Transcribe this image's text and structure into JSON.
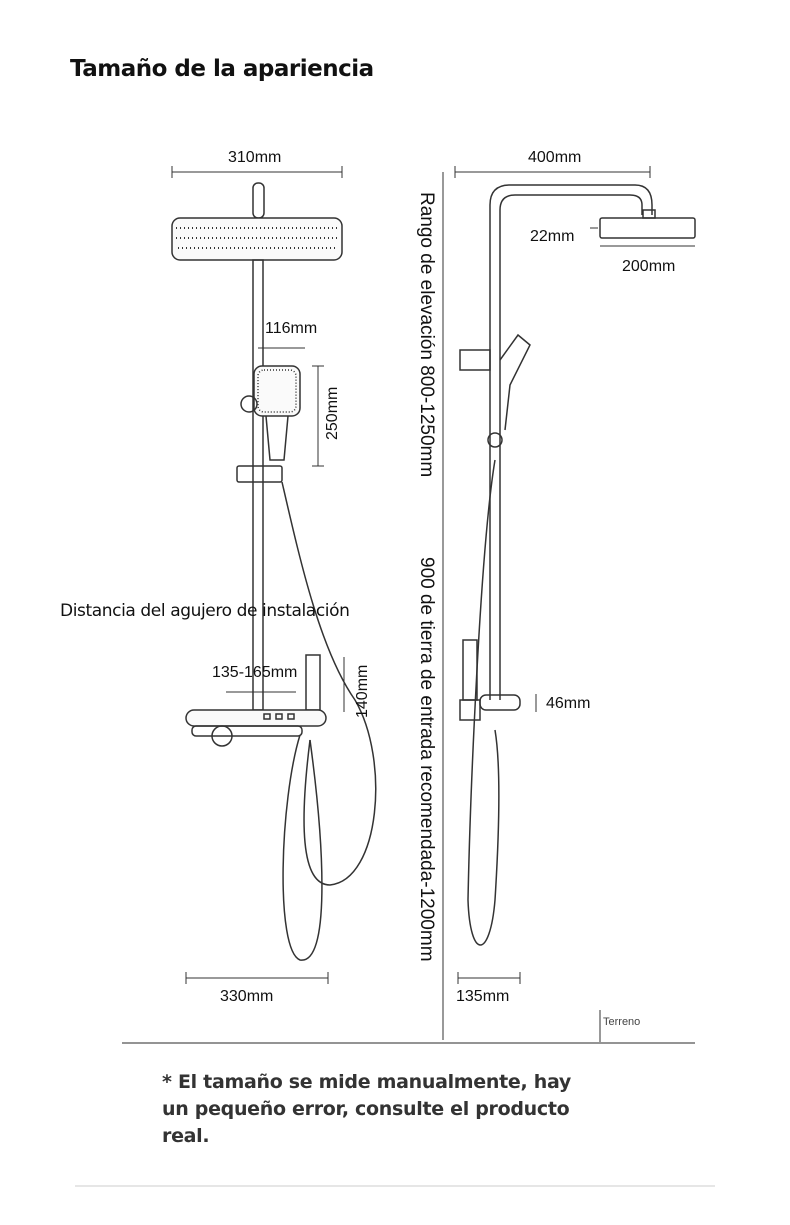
{
  "title": "Tamaño de la apariencia",
  "install_distance_label": "Distancia del agujero de instalación",
  "dimensions": {
    "top_width_front": "310mm",
    "top_width_side": "400mm",
    "head_thickness": "22mm",
    "head_diameter": "200mm",
    "handheld_width": "116mm",
    "handheld_height": "250mm",
    "hole_distance": "135-165mm",
    "valve_height": "140mm",
    "shelf_height": "46mm",
    "shelf_width_front": "330mm",
    "shelf_depth_side": "135mm"
  },
  "vertical_labels": {
    "lift_range": "Rango de elevación 800-1250mm",
    "inlet_height": "900 de tierra de entrada recomendada-1200mm"
  },
  "ground_label": "Terreno",
  "note": "* El tamaño se mide manualmente, hay un pequeño error, consulte el producto real."
}
